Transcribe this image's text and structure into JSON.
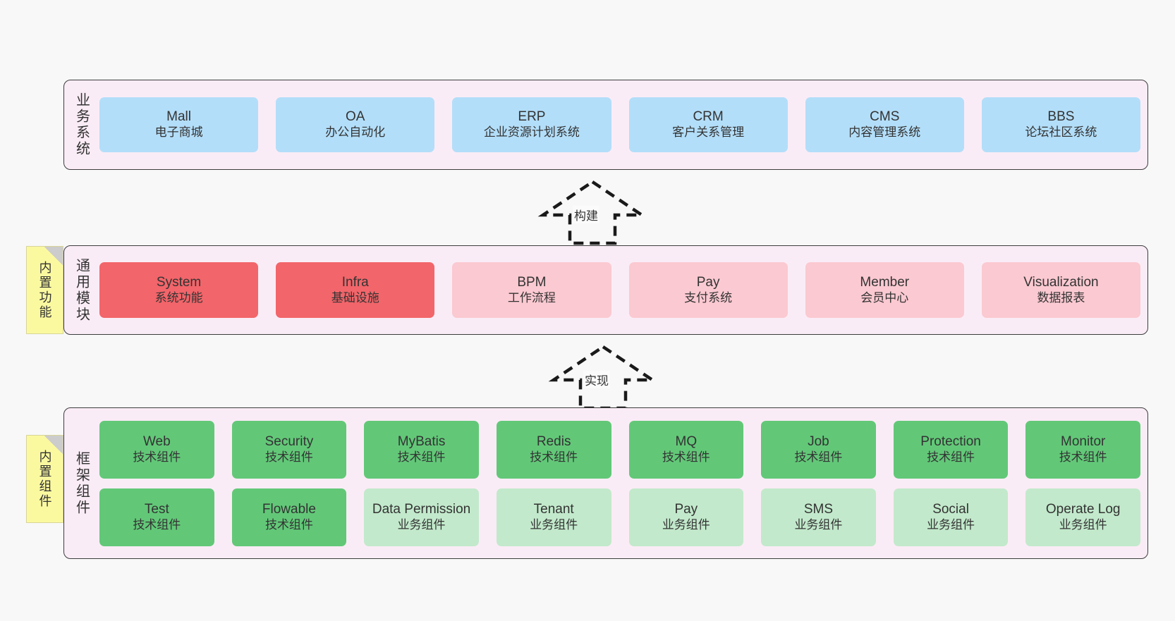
{
  "diagram": {
    "background_color": "#f8f8f8",
    "band_fill": "#faecf6",
    "band_border": "#3d3d3d",
    "note_fill": "#fbf9a0"
  },
  "sections": [
    {
      "id": "business",
      "title": "业务系统",
      "note": null,
      "rows": [
        {
          "cards": [
            {
              "en": "Mall",
              "cn": "电子商城",
              "color": "#b3def9",
              "style": "c-blue"
            },
            {
              "en": "OA",
              "cn": "办公自动化",
              "color": "#b3def9",
              "style": "c-blue"
            },
            {
              "en": "ERP",
              "cn": "企业资源计划系统",
              "color": "#b3def9",
              "style": "c-blue"
            },
            {
              "en": "CRM",
              "cn": "客户关系管理",
              "color": "#b3def9",
              "style": "c-blue"
            },
            {
              "en": "CMS",
              "cn": "内容管理系统",
              "color": "#b3def9",
              "style": "c-blue"
            },
            {
              "en": "BBS",
              "cn": "论坛社区系统",
              "color": "#b3def9",
              "style": "c-blue"
            }
          ]
        }
      ]
    },
    {
      "id": "common",
      "title": "通用模块",
      "note": "内置功能",
      "rows": [
        {
          "cards": [
            {
              "en": "System",
              "cn": "系统功能",
              "color": "#f2656a",
              "style": "c-red"
            },
            {
              "en": "Infra",
              "cn": "基础设施",
              "color": "#f2656a",
              "style": "c-red"
            },
            {
              "en": "BPM",
              "cn": "工作流程",
              "color": "#fbc9d1",
              "style": "c-pink"
            },
            {
              "en": "Pay",
              "cn": "支付系统",
              "color": "#fbc9d1",
              "style": "c-pink"
            },
            {
              "en": "Member",
              "cn": "会员中心",
              "color": "#fbc9d1",
              "style": "c-pink"
            },
            {
              "en": "Visualization",
              "cn": "数据报表",
              "color": "#fbc9d1",
              "style": "c-pink"
            }
          ]
        }
      ]
    },
    {
      "id": "framework",
      "title": "框架组件",
      "note": "内置组件",
      "rows": [
        {
          "cards": [
            {
              "en": "Web",
              "cn": "技术组件",
              "color": "#62c878",
              "style": "c-green"
            },
            {
              "en": "Security",
              "cn": "技术组件",
              "color": "#62c878",
              "style": "c-green"
            },
            {
              "en": "MyBatis",
              "cn": "技术组件",
              "color": "#62c878",
              "style": "c-green"
            },
            {
              "en": "Redis",
              "cn": "技术组件",
              "color": "#62c878",
              "style": "c-green"
            },
            {
              "en": "MQ",
              "cn": "技术组件",
              "color": "#62c878",
              "style": "c-green"
            },
            {
              "en": "Job",
              "cn": "技术组件",
              "color": "#62c878",
              "style": "c-green"
            },
            {
              "en": "Protection",
              "cn": "技术组件",
              "color": "#62c878",
              "style": "c-green"
            },
            {
              "en": "Monitor",
              "cn": "技术组件",
              "color": "#62c878",
              "style": "c-green"
            }
          ]
        },
        {
          "cards": [
            {
              "en": "Test",
              "cn": "技术组件",
              "color": "#62c878",
              "style": "c-green"
            },
            {
              "en": "Flowable",
              "cn": "技术组件",
              "color": "#62c878",
              "style": "c-green"
            },
            {
              "en": "Data Permission",
              "cn": "业务组件",
              "color": "#c2e9cb",
              "style": "c-lgreen"
            },
            {
              "en": "Tenant",
              "cn": "业务组件",
              "color": "#c2e9cb",
              "style": "c-lgreen"
            },
            {
              "en": "Pay",
              "cn": "业务组件",
              "color": "#c2e9cb",
              "style": "c-lgreen"
            },
            {
              "en": "SMS",
              "cn": "业务组件",
              "color": "#c2e9cb",
              "style": "c-lgreen"
            },
            {
              "en": "Social",
              "cn": "业务组件",
              "color": "#c2e9cb",
              "style": "c-lgreen"
            },
            {
              "en": "Operate Log",
              "cn": "业务组件",
              "color": "#c2e9cb",
              "style": "c-lgreen"
            }
          ]
        }
      ]
    }
  ],
  "arrows": [
    {
      "id": "build",
      "label": "构建",
      "direction": "up",
      "style": "dashed-hollow"
    },
    {
      "id": "realize",
      "label": "实现",
      "direction": "up",
      "style": "dashed-hollow"
    }
  ]
}
